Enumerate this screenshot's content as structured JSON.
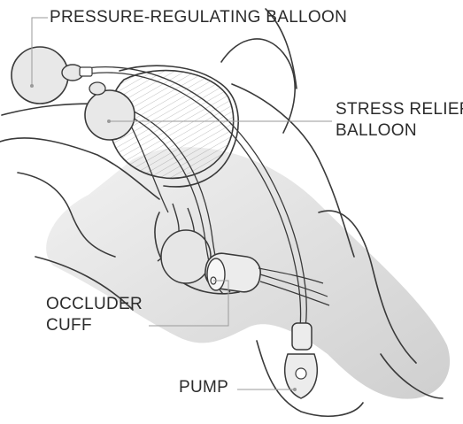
{
  "labels": {
    "pressure_balloon": "PRESSURE-REGULATING BALLOON",
    "stress_relief": [
      "STRESS RELIEF",
      "BALLOON"
    ],
    "occluder": [
      "OCCLUDER",
      "CUFF"
    ],
    "pump": "PUMP"
  },
  "colors": {
    "text": "#2b2b2b",
    "outline": "#3a3a3a",
    "shade": "#d9d9d9",
    "leader": "#9a9a9a"
  }
}
